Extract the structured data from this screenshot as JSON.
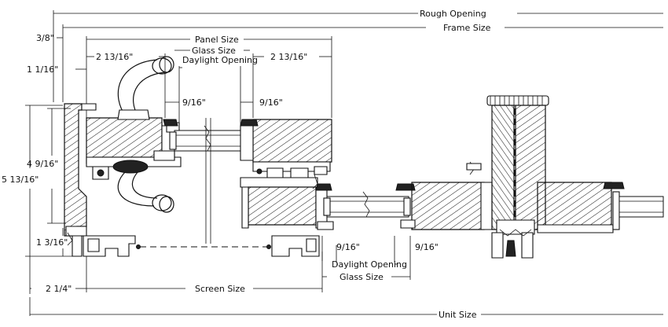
{
  "dimensions": {
    "rough_opening": "Rough Opening",
    "frame_size": "Frame Size",
    "three_eighths": "3/8\"",
    "panel_size": "Panel Size",
    "glass_size_top": "Glass Size",
    "daylight_opening_top": "Daylight Opening",
    "two_13_16_left": "2 13/16\"",
    "two_13_16_right": "2 13/16\"",
    "one_1_16": "1 1/16\"",
    "nine_16_top_left": "9/16\"",
    "nine_16_top_right": "9/16\"",
    "four_9_16": "4 9/16\"",
    "five_13_16": "5 13/16\"",
    "one_3_16": "1 3/16\"",
    "nine_16_bottom_left": "9/16\"",
    "nine_16_bottom_right": "9/16\"",
    "daylight_opening_bottom": "Daylight Opening",
    "glass_size_bottom": "Glass Size",
    "two_1_4": "2 1/4\"",
    "screen_size": "Screen Size",
    "unit_size": "Unit Size"
  },
  "colors": {
    "line": "#111111",
    "background": "#ffffff"
  }
}
